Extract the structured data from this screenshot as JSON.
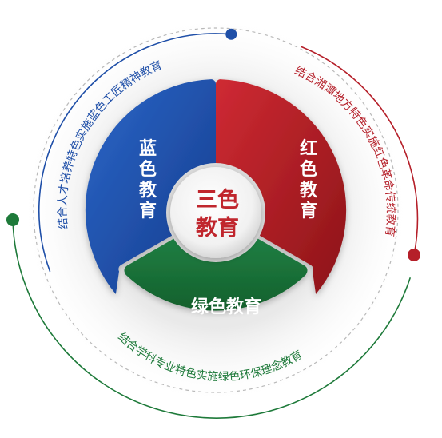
{
  "center": {
    "line1": "三色",
    "line2": "教育"
  },
  "segments": {
    "blue": {
      "chars": [
        "蓝",
        "色",
        "教",
        "育"
      ],
      "arc_text": "结合人才培养特色实施蓝色工匠精神教育"
    },
    "red": {
      "chars": [
        "红",
        "色",
        "教",
        "育"
      ],
      "arc_text": "结合湘潭地方特色实施红色革命传统教育"
    },
    "green": {
      "label": "绿色教育",
      "arc_text": "结合学科专业特色实施绿色环保理念教育"
    }
  },
  "colors": {
    "blue": "#1f4fa8",
    "red": "#b51f29",
    "green": "#1e7a3a",
    "center_text": "#c0262d"
  }
}
